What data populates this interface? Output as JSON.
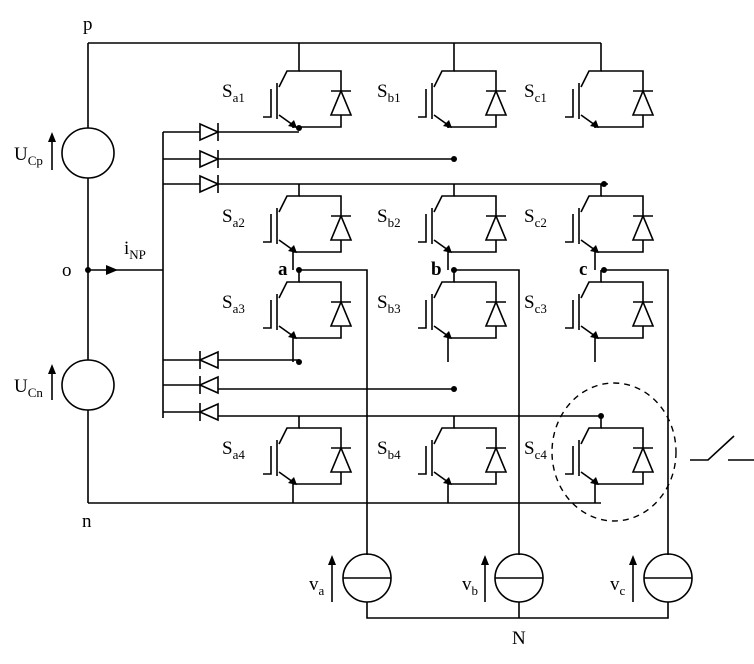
{
  "rails": {
    "positive": "p",
    "neutral": "o",
    "negative": "n",
    "grid_neutral": "N"
  },
  "dc_sources": [
    {
      "main": "U",
      "sub": "Cp"
    },
    {
      "main": "U",
      "sub": "Cn"
    }
  ],
  "neutral_current": {
    "main": "i",
    "sub": "NP"
  },
  "phase_nodes": [
    "a",
    "b",
    "c"
  ],
  "switches": [
    {
      "main": "S",
      "sub": "a1"
    },
    {
      "main": "S",
      "sub": "a2"
    },
    {
      "main": "S",
      "sub": "a3"
    },
    {
      "main": "S",
      "sub": "a4"
    },
    {
      "main": "S",
      "sub": "b1"
    },
    {
      "main": "S",
      "sub": "b2"
    },
    {
      "main": "S",
      "sub": "b3"
    },
    {
      "main": "S",
      "sub": "b4"
    },
    {
      "main": "S",
      "sub": "c1"
    },
    {
      "main": "S",
      "sub": "c2"
    },
    {
      "main": "S",
      "sub": "c3"
    },
    {
      "main": "S",
      "sub": "c4"
    }
  ],
  "ac_sources": [
    {
      "main": "v",
      "sub": "a"
    },
    {
      "main": "v",
      "sub": "b"
    },
    {
      "main": "v",
      "sub": "c"
    }
  ]
}
